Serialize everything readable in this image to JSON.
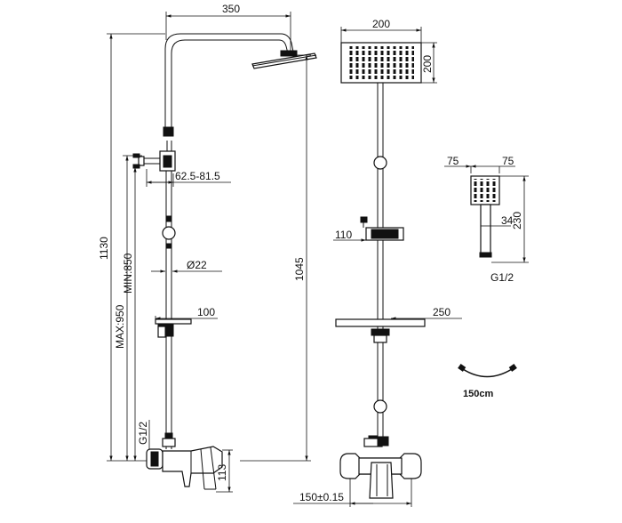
{
  "dimensions": {
    "arm_length": "350",
    "head_width": "200",
    "head_depth": "200",
    "total_height": "1130",
    "bar_height": "1045",
    "max_height": "MAX:950",
    "min_height": "MIN:850",
    "inlet_spacing": "62.5-81.5",
    "rail_diameter": "Ø22",
    "holder_width": "100",
    "slider_width": "110",
    "shelf_width": "250",
    "body_height": "113",
    "inlet_centres": "150±0.15",
    "inlet_thread_left": "G1/2",
    "hand_w1": "75",
    "hand_w2": "75",
    "hand_length": "230",
    "hand_neck": "34",
    "hand_thread": "G1/2",
    "hose_length": "150cm"
  }
}
